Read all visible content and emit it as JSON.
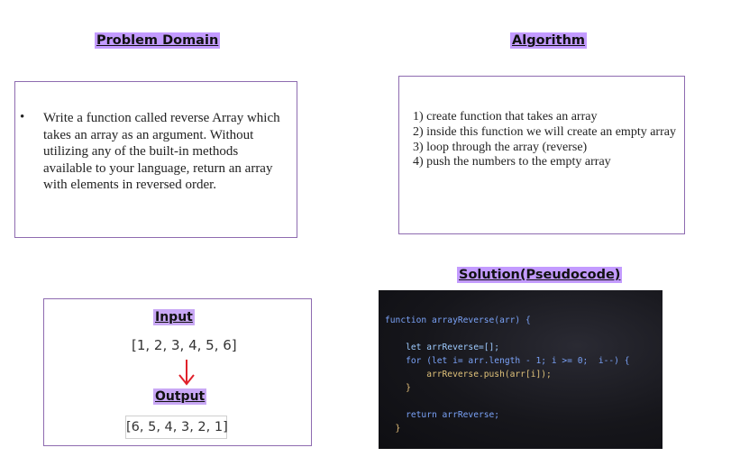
{
  "problem_domain": {
    "heading": "Problem Domain",
    "bullet": "•",
    "text": "Write a function called reverse Array which takes an array as an argument. Without utilizing any of the built-in methods available to your language, return an array with elements in reversed order."
  },
  "algorithm": {
    "heading": "Algorithm",
    "steps": [
      "1) create function that takes an array",
      "2) inside this function we will create an empty array",
      "3) loop through the array (reverse)",
      "4) push the numbers to the empty array"
    ]
  },
  "io": {
    "input_heading": "Input",
    "input_value": "[1, 2, 3, 4, 5, 6]",
    "output_heading": "Output",
    "output_value": "[6, 5, 4, 3, 2, 1]",
    "arrow_color": "#e0202a"
  },
  "solution": {
    "heading": "Solution(Pseudocode)",
    "code_lines": [
      "function arrayReverse(arr) {",
      "",
      "    let arrReverse=[];",
      "    for (let i= arr.length - 1; i >= 0;  i--) {",
      "        arrReverse.push(arr[i]);",
      "    }",
      "",
      "    return arrReverse;",
      "  }"
    ]
  }
}
